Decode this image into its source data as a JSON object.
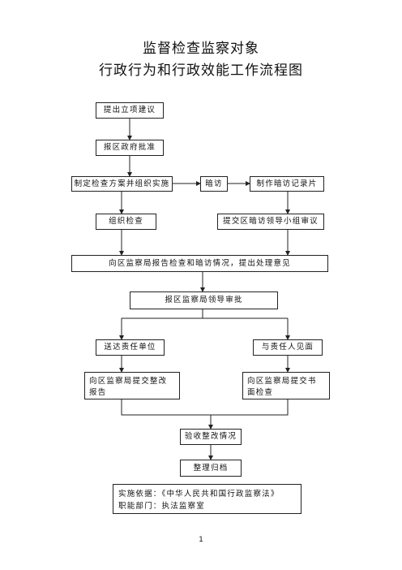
{
  "document": {
    "title_line1": "监督检查监察对象",
    "title_line2": "行政行为和行政效能工作流程图",
    "page_number": "1"
  },
  "flowchart": {
    "steps": {
      "propose": "提出立项建议",
      "report_gov": "报区政府批准",
      "make_plan": "制定检查方案并组织实施",
      "secret_visit": "暗访",
      "make_record": "制作暗访记录片",
      "organize_check": "组织检查",
      "submit_review": "提交区暗访领导小组审议",
      "report_bureau": "向区监察局报告检查和暗访情况，提出处理意见",
      "bureau_approval": "报区监察局领导审批",
      "send_unit": "送达责任单位",
      "meet_person": "与责任人见面",
      "rectify_report": "向区监察局提交整改报告",
      "written_check": "向区监察局提交书面检查",
      "verify_rectify": "验收整改情况",
      "archive": "整理归档"
    },
    "basis": {
      "law": "实施依据：《中华人民共和国行政监察法》",
      "department": "职能部门：执法监察室"
    }
  }
}
